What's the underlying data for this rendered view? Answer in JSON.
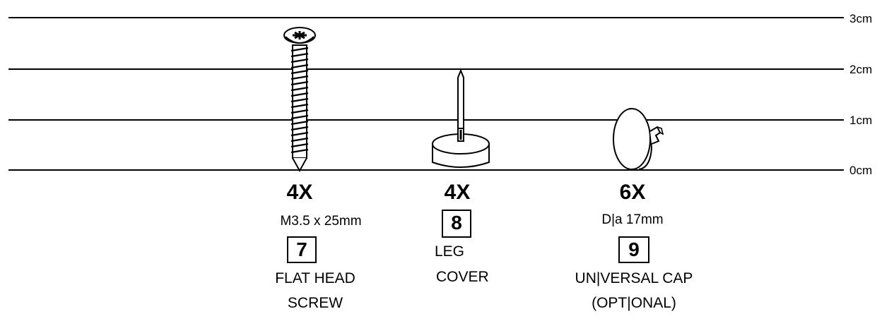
{
  "scale": {
    "labels": [
      "3cm",
      "2cm",
      "1cm",
      "0cm"
    ]
  },
  "parts": [
    {
      "quantity": "4X",
      "spec": "M3.5 x 25mm",
      "number": "7",
      "name_line1": "FLAT HEAD",
      "name_line2": "SCREW",
      "icon": "flat-head-screw-icon"
    },
    {
      "quantity": "4X",
      "spec": "",
      "number": "8",
      "name_line1": "LEG",
      "name_line2": "COVER",
      "icon": "leg-cover-icon"
    },
    {
      "quantity": "6X",
      "spec": "D|a 17mm",
      "number": "9",
      "name_line1": "UN|VERSAL CAP",
      "name_line2": "(OPT|ONAL)",
      "icon": "universal-cap-icon"
    }
  ]
}
